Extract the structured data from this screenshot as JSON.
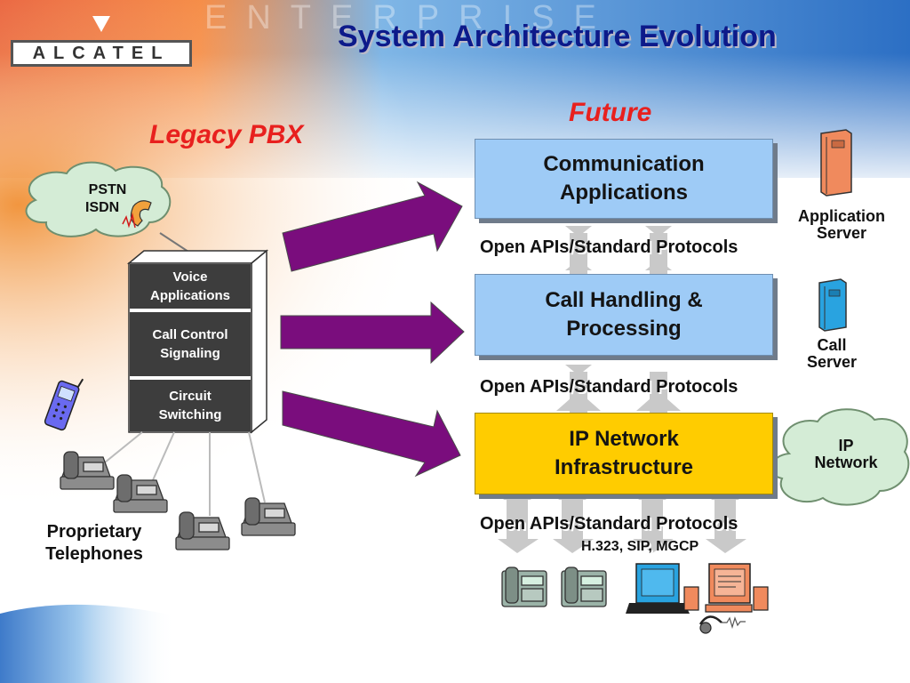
{
  "slide": {
    "title": "System Architecture Evolution",
    "watermark": "ENTERPRISE",
    "brand": "ALCATEL"
  },
  "legacy": {
    "heading": "Legacy PBX",
    "cloud": {
      "line1": "PSTN",
      "line2": "ISDN"
    },
    "pbx_layers": [
      {
        "line1": "Voice",
        "line2": "Applications"
      },
      {
        "line1": "Call Control",
        "line2": "Signaling"
      },
      {
        "line1": "Circuit",
        "line2": "Switching"
      }
    ],
    "phones_label": {
      "line1": "Proprietary",
      "line2": "Telephones"
    }
  },
  "future": {
    "heading": "Future",
    "layers": [
      {
        "line1": "Communication",
        "line2": "Applications",
        "color": "#9ecbf6"
      },
      {
        "line1": "Call Handling &",
        "line2": "Processing",
        "color": "#9ecbf6"
      },
      {
        "line1": "IP Network",
        "line2": "Infrastructure",
        "color": "#ffcc00"
      }
    ],
    "apis": [
      "Open APIs/Standard Protocols",
      "Open APIs/Standard Protocols",
      "Open APIs/Standard Protocols"
    ],
    "protocols": "H.323, SIP, MGCP",
    "servers": {
      "application": {
        "line1": "Application",
        "line2": "Server",
        "color": "#f08a5d"
      },
      "call": {
        "line1": "Call",
        "line2": "Server",
        "color": "#29a3e0"
      },
      "network": {
        "line1": "IP",
        "line2": "Network"
      }
    }
  },
  "colors": {
    "title": "#0d1a8a",
    "heading_red": "#e8201e",
    "arrow": "#7a0d7d",
    "box_blue": "#9ecbf6",
    "box_yellow": "#ffcc00",
    "cloud": "#d4ecd6"
  },
  "icons": [
    "alcatel-logo",
    "telephone-handset-icon",
    "mobile-phone-icon",
    "desk-phone-icon",
    "server-tower-icon",
    "computer-terminal-icon",
    "headset-icon"
  ]
}
